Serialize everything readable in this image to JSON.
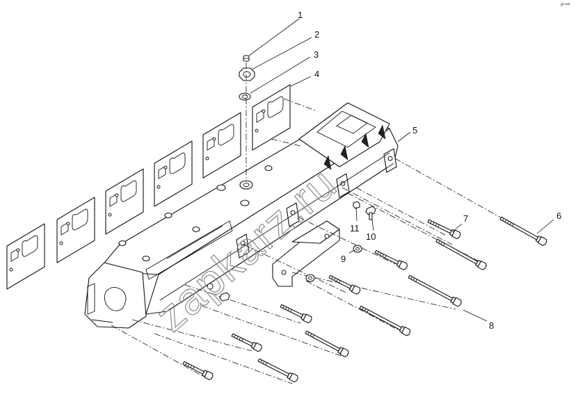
{
  "corner_mark": "gᴮ ᴹᴹᴹ",
  "watermark": "zapkarz.ru",
  "callouts": [
    {
      "label": "1"
    },
    {
      "label": "2"
    },
    {
      "label": "3"
    },
    {
      "label": "4"
    },
    {
      "label": "5"
    },
    {
      "label": "6"
    },
    {
      "label": "7"
    },
    {
      "label": "8"
    },
    {
      "label": "9"
    },
    {
      "label": "10"
    },
    {
      "label": "11"
    }
  ],
  "parts": {
    "plug": "plug",
    "nut": "nut",
    "washer": "washer",
    "gaskets": "gasket",
    "manifold": "exhaust-manifold",
    "bolts": "bolt",
    "bracket": "bracket"
  }
}
